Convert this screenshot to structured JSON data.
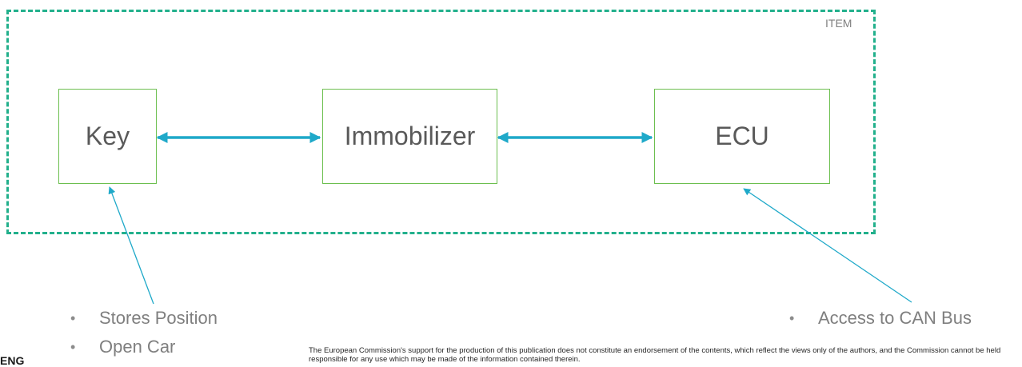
{
  "diagram": {
    "boundary_label": "ITEM",
    "blocks": {
      "key": "Key",
      "immobilizer": "Immobilizer",
      "ecu": "ECU"
    },
    "key_notes": [
      "Stores Position",
      "Open Car"
    ],
    "ecu_notes": [
      "Access to CAN Bus"
    ]
  },
  "footer": {
    "logo_text": "ENG",
    "disclaimer": "The European Commission's support for the production of this publication does not constitute an endorsement of the contents, which reflect the views only of the authors, and the Commission cannot be held responsible for any use which may be made of the information contained therein."
  },
  "colors": {
    "boundary": "#22b08c",
    "block_border": "#6cbf4f",
    "connector": "#1fa9c9",
    "text": "#595959"
  }
}
